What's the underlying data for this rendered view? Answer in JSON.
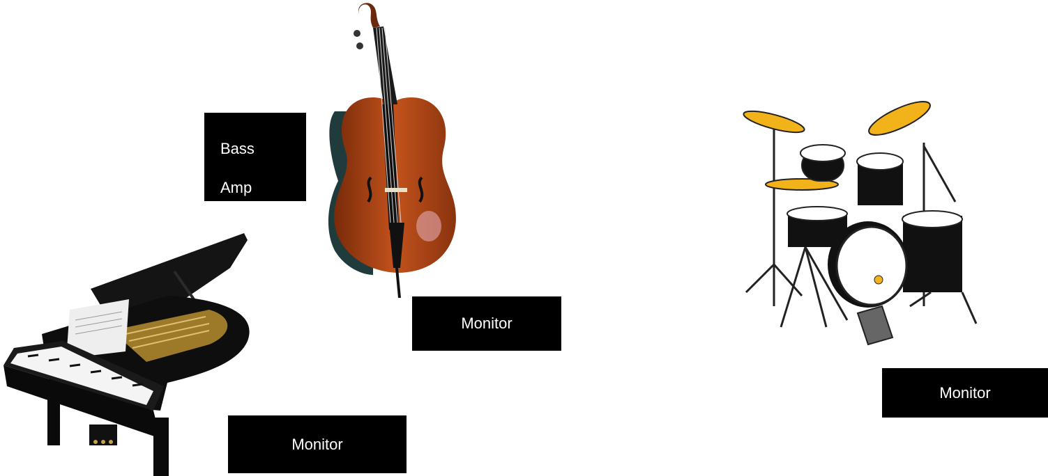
{
  "labels": {
    "bass_amp": [
      "Bass",
      "Amp"
    ],
    "monitor_bass": "Monitor",
    "monitor_piano": "Monitor",
    "monitor_drums": "Monitor"
  },
  "colors": {
    "label_bg": "#000000",
    "label_text": "#ffffff",
    "bass_body": "#a63d12",
    "cymbal": "#f2b21a"
  },
  "icons": [
    "upright-bass-icon",
    "grand-piano-icon",
    "drum-kit-icon"
  ]
}
